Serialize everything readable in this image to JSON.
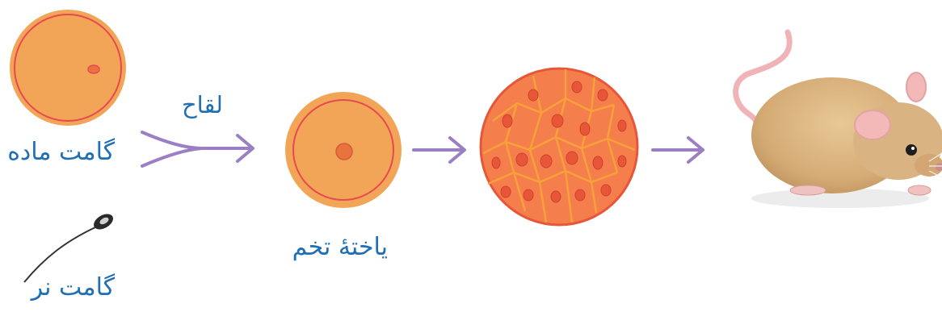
{
  "labels": {
    "female_gamete": "گامت ماده",
    "male_gamete": "گامت نر",
    "fertilization": "لقاح",
    "zygote": "یاختهٔ تخم"
  },
  "icons": {
    "female_gamete": "egg-cell-icon",
    "male_gamete": "sperm-cell-icon",
    "zygote": "zygote-cell-icon",
    "embryo": "embryo-cell-cluster-icon",
    "organism": "mouse-icon"
  },
  "colors": {
    "label_text": "#1f6fb2",
    "arrow": "#9b7fc4",
    "cell_fill": "#f2a556",
    "cell_outline": "#e64a50",
    "embryo_fill": "#f47f4c",
    "nucleus": "#e8733f",
    "mouse_fur": "#d9b482",
    "mouse_ear": "#f2b9b8"
  }
}
